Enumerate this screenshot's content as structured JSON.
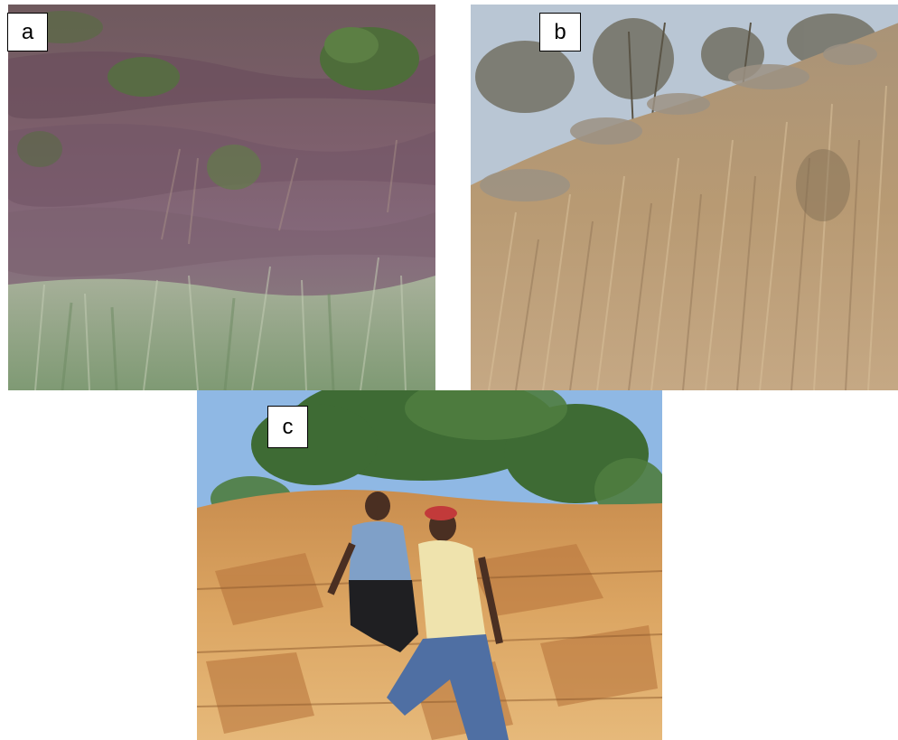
{
  "panels": [
    {
      "id": "a",
      "label": "a",
      "subject": "purple-weathered-rock-outcrop-with-grass"
    },
    {
      "id": "b",
      "label": "b",
      "subject": "dry-grass-covered-rocky-hillside-with-trees"
    },
    {
      "id": "c",
      "label": "c",
      "subject": "two-men-on-orange-weathered-rock-exposure"
    }
  ],
  "colors": {
    "panel_a_rock": "#7d5f6a",
    "panel_a_grass": "#93a68c",
    "panel_b_grass": "#b89a73",
    "panel_b_sky": "#b9c6d4",
    "panel_c_rock": "#d9a25b",
    "panel_c_sky": "#8fb8e4",
    "panel_c_foliage": "#3e6b34"
  }
}
